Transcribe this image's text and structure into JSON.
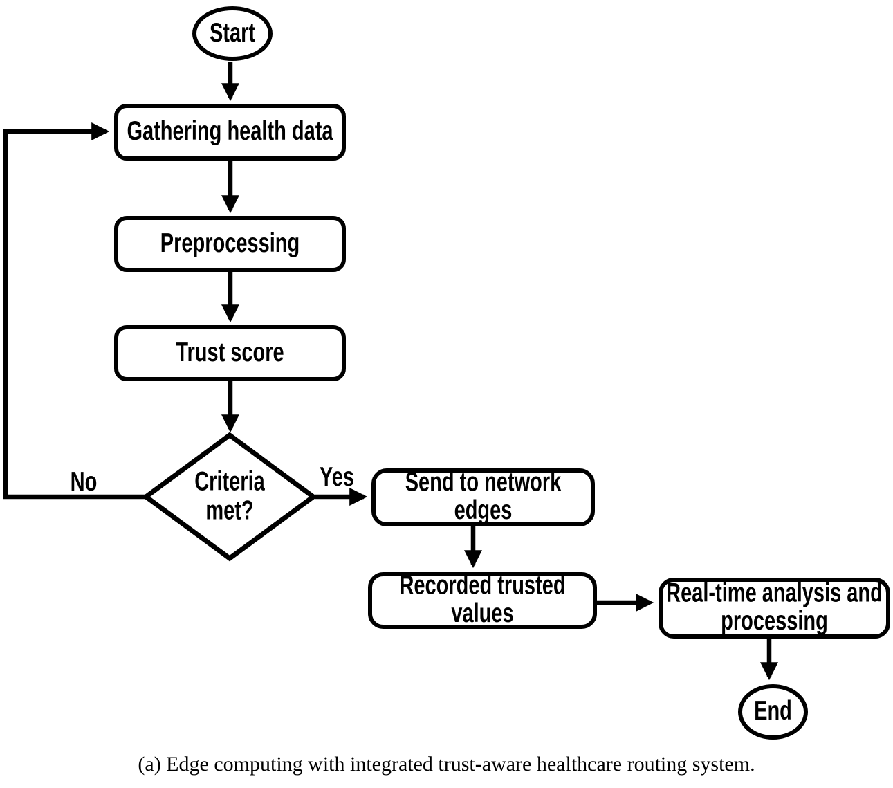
{
  "diagram": {
    "nodes": {
      "start": {
        "label": "Start",
        "shape": "ellipse"
      },
      "gathering": {
        "label": "Gathering health data",
        "shape": "rounded-rect"
      },
      "preprocessing": {
        "label": "Preprocessing",
        "shape": "rounded-rect"
      },
      "trust_score": {
        "label": "Trust score",
        "shape": "rounded-rect"
      },
      "decision": {
        "label": "Criteria\nmet?",
        "shape": "diamond"
      },
      "send_edges": {
        "label": "Send to network\nedges",
        "shape": "rounded-rect"
      },
      "recorded_values": {
        "label": "Recorded trusted\nvalues",
        "shape": "rounded-rect"
      },
      "realtime": {
        "label": "Real-time analysis and\nprocessing",
        "shape": "rounded-rect"
      },
      "end": {
        "label": "End",
        "shape": "ellipse"
      }
    },
    "edge_labels": {
      "yes": "Yes",
      "no": "No"
    },
    "colors": {
      "line": "#000000",
      "text": "#000000",
      "background": "#ffffff"
    }
  },
  "caption": "(a) Edge computing with integrated trust-aware healthcare routing system."
}
